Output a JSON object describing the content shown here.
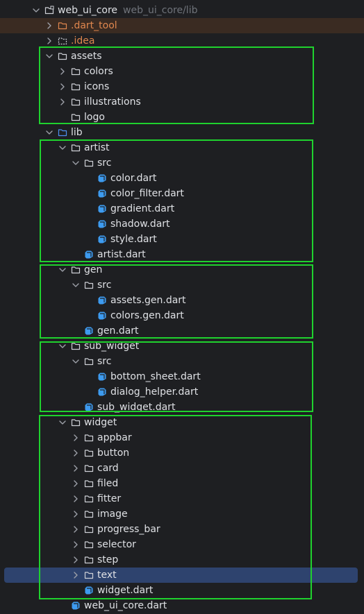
{
  "colors": {
    "accent_highlight": "#1fd22e",
    "selected_row": "#2e436e",
    "excluded_text": "#e0874e",
    "folder_lib": "#4e8ff0",
    "dart_icon": "#3d9bf0"
  },
  "tree": [
    {
      "label": "web_ui_core",
      "extra": "web_ui_core/lib",
      "depth": 0,
      "arrow": "down",
      "icon": "module-folder-icon"
    },
    {
      "label": ".dart_tool",
      "depth": 1,
      "arrow": "right",
      "icon": "folder-excluded-icon",
      "style": "excluded"
    },
    {
      "label": ".idea",
      "depth": 1,
      "arrow": "right",
      "icon": "folder-dotted-icon",
      "style": "orange"
    },
    {
      "label": "assets",
      "depth": 1,
      "arrow": "down",
      "icon": "folder-icon"
    },
    {
      "label": "colors",
      "depth": 2,
      "arrow": "right",
      "icon": "folder-icon"
    },
    {
      "label": "icons",
      "depth": 2,
      "arrow": "right",
      "icon": "folder-icon"
    },
    {
      "label": "illustrations",
      "depth": 2,
      "arrow": "right",
      "icon": "folder-icon"
    },
    {
      "label": "logo",
      "depth": 2,
      "arrow": "none",
      "icon": "folder-icon"
    },
    {
      "label": "lib",
      "depth": 1,
      "arrow": "down",
      "icon": "folder-lib-icon"
    },
    {
      "label": "artist",
      "depth": 2,
      "arrow": "down",
      "icon": "folder-icon"
    },
    {
      "label": "src",
      "depth": 3,
      "arrow": "down",
      "icon": "folder-icon"
    },
    {
      "label": "color.dart",
      "depth": 4,
      "arrow": "none",
      "icon": "dart-file-icon"
    },
    {
      "label": "color_filter.dart",
      "depth": 4,
      "arrow": "none",
      "icon": "dart-file-icon"
    },
    {
      "label": "gradient.dart",
      "depth": 4,
      "arrow": "none",
      "icon": "dart-file-icon"
    },
    {
      "label": "shadow.dart",
      "depth": 4,
      "arrow": "none",
      "icon": "dart-file-icon"
    },
    {
      "label": "style.dart",
      "depth": 4,
      "arrow": "none",
      "icon": "dart-file-icon"
    },
    {
      "label": "artist.dart",
      "depth": 3,
      "arrow": "none",
      "icon": "dart-file-icon"
    },
    {
      "label": "gen",
      "depth": 2,
      "arrow": "down",
      "icon": "folder-icon"
    },
    {
      "label": "src",
      "depth": 3,
      "arrow": "down",
      "icon": "folder-icon"
    },
    {
      "label": "assets.gen.dart",
      "depth": 4,
      "arrow": "none",
      "icon": "dart-file-icon"
    },
    {
      "label": "colors.gen.dart",
      "depth": 4,
      "arrow": "none",
      "icon": "dart-file-icon"
    },
    {
      "label": "gen.dart",
      "depth": 3,
      "arrow": "none",
      "icon": "dart-file-icon"
    },
    {
      "label": "sub_widget",
      "depth": 2,
      "arrow": "down",
      "icon": "folder-icon"
    },
    {
      "label": "src",
      "depth": 3,
      "arrow": "down",
      "icon": "folder-icon"
    },
    {
      "label": "bottom_sheet.dart",
      "depth": 4,
      "arrow": "none",
      "icon": "dart-file-icon"
    },
    {
      "label": "dialog_helper.dart",
      "depth": 4,
      "arrow": "none",
      "icon": "dart-file-icon"
    },
    {
      "label": "sub_widget.dart",
      "depth": 3,
      "arrow": "none",
      "icon": "dart-file-icon"
    },
    {
      "label": "widget",
      "depth": 2,
      "arrow": "down",
      "icon": "folder-icon"
    },
    {
      "label": "appbar",
      "depth": 3,
      "arrow": "right",
      "icon": "folder-icon"
    },
    {
      "label": "button",
      "depth": 3,
      "arrow": "right",
      "icon": "folder-icon"
    },
    {
      "label": "card",
      "depth": 3,
      "arrow": "right",
      "icon": "folder-icon"
    },
    {
      "label": "filed",
      "depth": 3,
      "arrow": "right",
      "icon": "folder-icon"
    },
    {
      "label": "fitter",
      "depth": 3,
      "arrow": "right",
      "icon": "folder-icon"
    },
    {
      "label": "image",
      "depth": 3,
      "arrow": "right",
      "icon": "folder-icon"
    },
    {
      "label": "progress_bar",
      "depth": 3,
      "arrow": "right",
      "icon": "folder-icon"
    },
    {
      "label": "selector",
      "depth": 3,
      "arrow": "right",
      "icon": "folder-icon"
    },
    {
      "label": "step",
      "depth": 3,
      "arrow": "right",
      "icon": "folder-icon"
    },
    {
      "label": "text",
      "depth": 3,
      "arrow": "right",
      "icon": "folder-icon",
      "selected": true
    },
    {
      "label": "widget.dart",
      "depth": 3,
      "arrow": "none",
      "icon": "dart-file-icon"
    },
    {
      "label": "web_ui_core.dart",
      "depth": 2,
      "arrow": "none",
      "icon": "dart-file-icon"
    }
  ]
}
